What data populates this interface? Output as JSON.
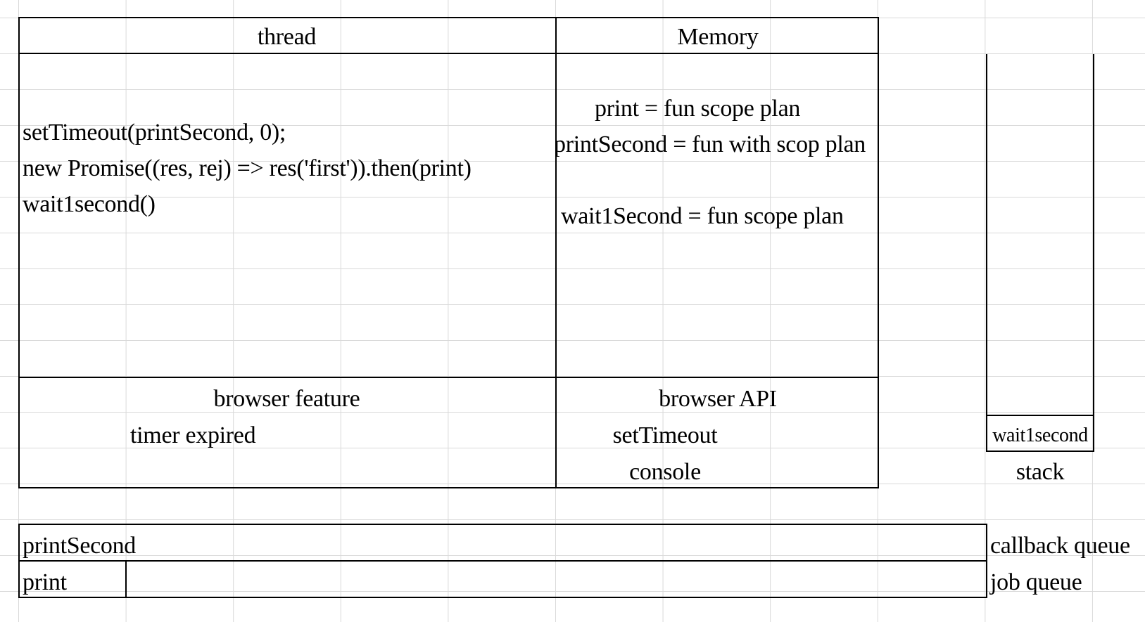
{
  "thread": {
    "title": "thread",
    "code": [
      "setTimeout(printSecond, 0);",
      "new Promise((res, rej) => res('first')).then(print)",
      "wait1second()"
    ]
  },
  "memory": {
    "title": "Memory",
    "entries": [
      "print = fun scope plan",
      "printSecond = fun with scop plan",
      "wait1Second = fun scope plan"
    ]
  },
  "browser_feature": {
    "title": "browser feature",
    "items": [
      "timer expired"
    ]
  },
  "browser_api": {
    "title": "browser API",
    "items": [
      "setTimeout",
      "console"
    ]
  },
  "stack": {
    "label": "stack",
    "frames": [
      "wait1second"
    ]
  },
  "callback_queue": {
    "label": "callback queue",
    "items": [
      "printSecond"
    ]
  },
  "job_queue": {
    "label": "job queue",
    "items": [
      "print"
    ]
  }
}
